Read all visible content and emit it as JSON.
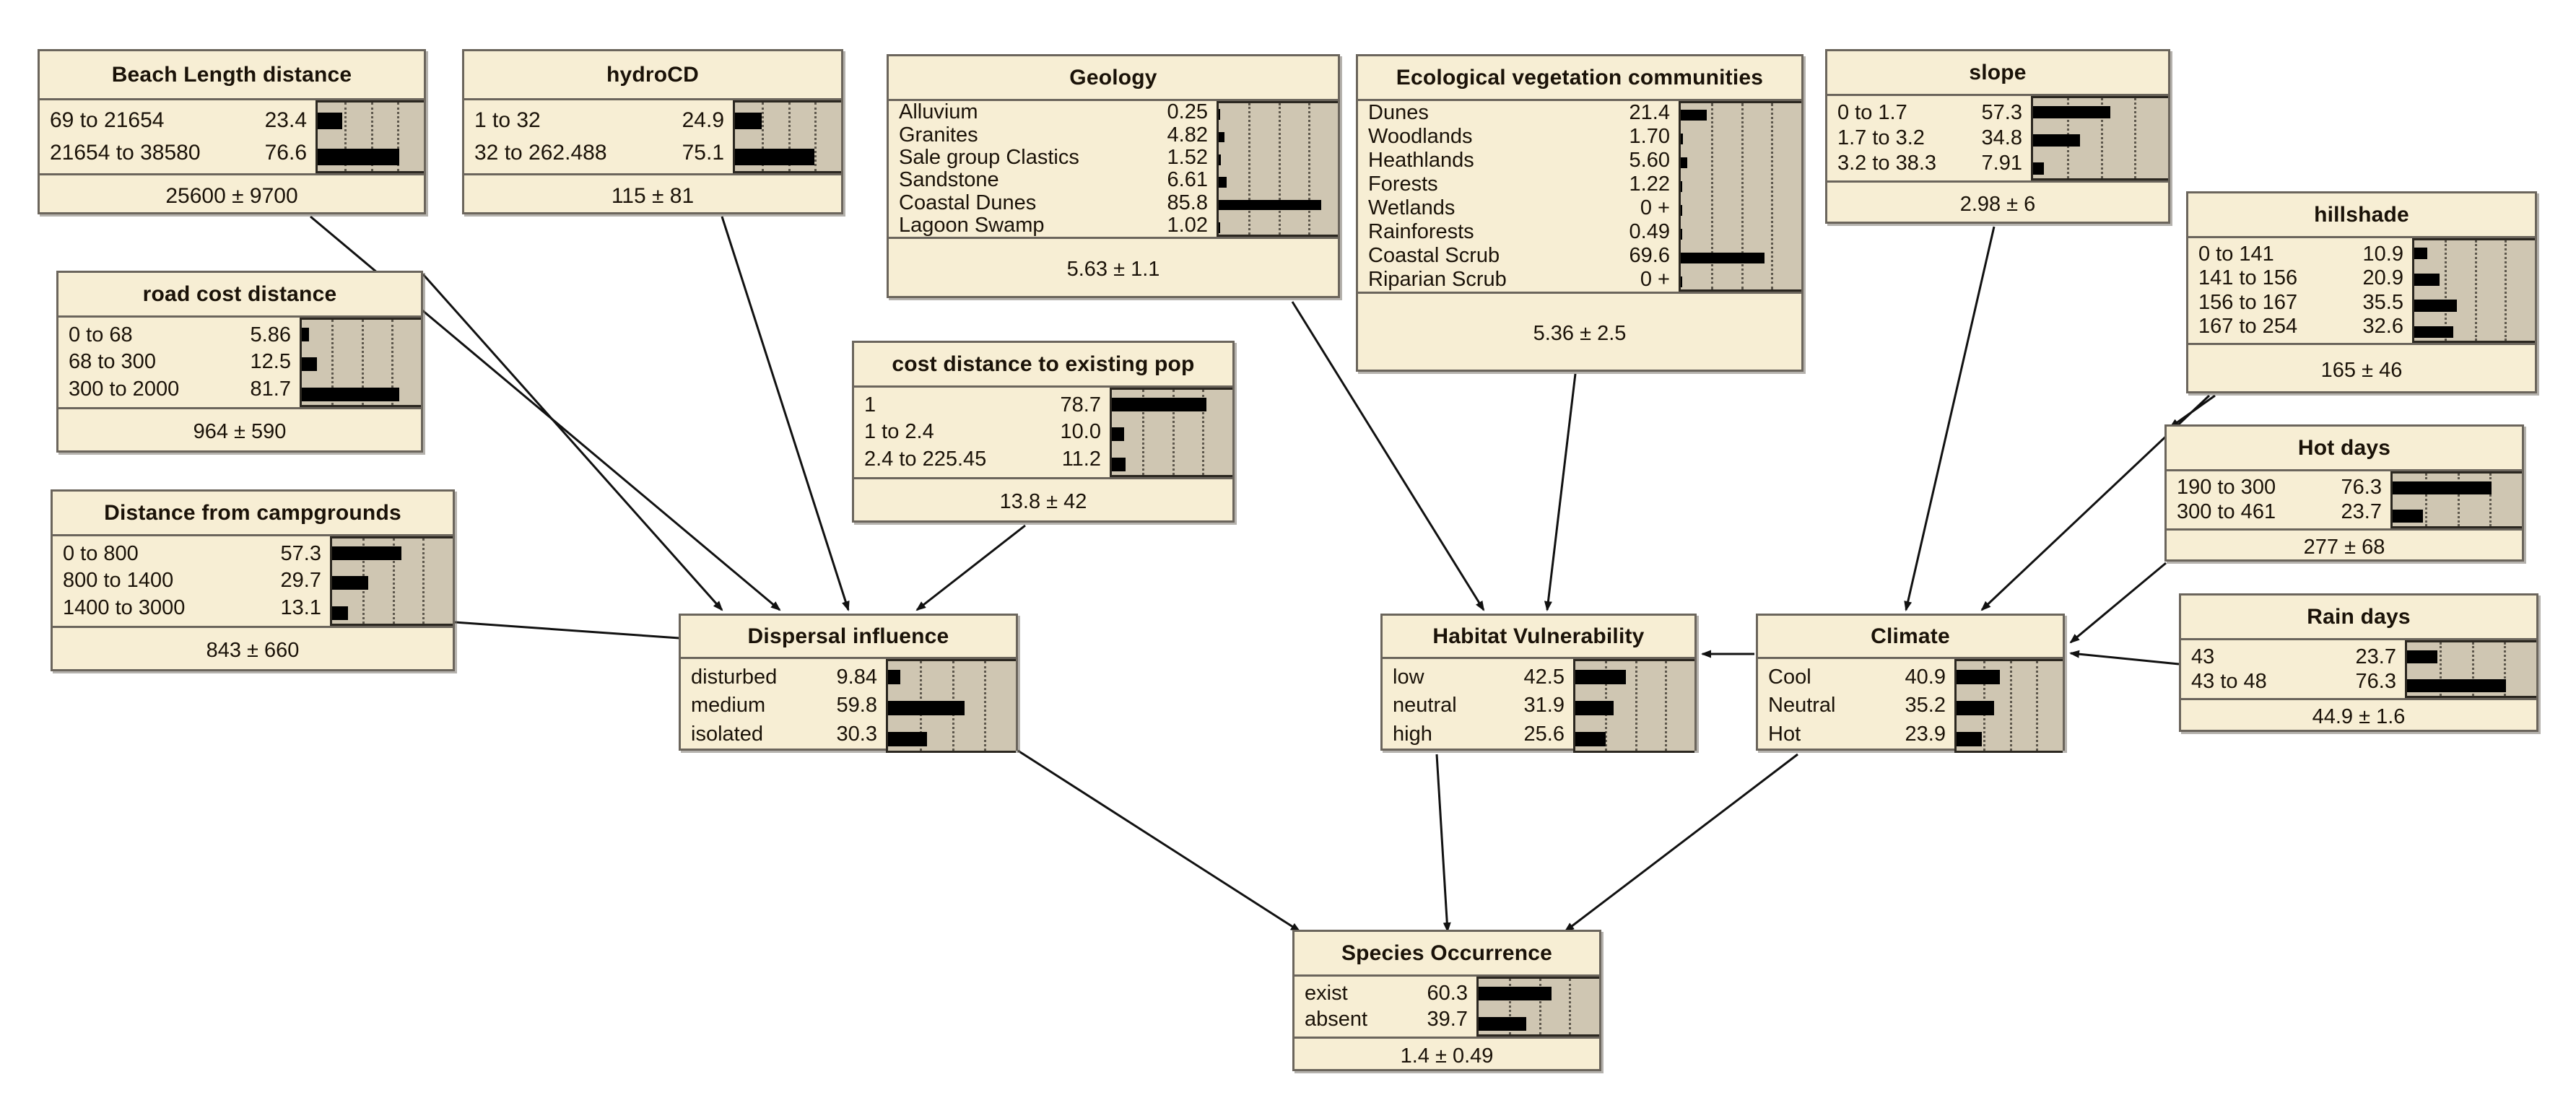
{
  "diagram": {
    "type": "bayesian-network",
    "title": "Species Occurrence Bayesian Network",
    "bar_axis_max": 100,
    "colors": {
      "node_fill": "#f7eed4",
      "node_border": "#6b655c",
      "bar_panel_fill": "#cfc6b2",
      "bar_fill": "#000000",
      "edge": "#1a1a1a",
      "background": "#ffffff"
    }
  },
  "nodes": [
    {
      "id": "beach_length_distance",
      "title": "Beach Length distance",
      "footer": "25600 ± 9700",
      "states": [
        {
          "label": "69 to 21654",
          "value": "23.4",
          "pct": 23.4
        },
        {
          "label": "21654 to 38580",
          "value": "76.6",
          "pct": 76.6
        }
      ]
    },
    {
      "id": "hydrocd",
      "title": "hydroCD",
      "footer": "115 ± 81",
      "states": [
        {
          "label": "1 to 32",
          "value": "24.9",
          "pct": 24.9
        },
        {
          "label": "32 to 262.488",
          "value": "75.1",
          "pct": 75.1
        }
      ]
    },
    {
      "id": "geology",
      "title": "Geology",
      "footer": "5.63 ± 1.1",
      "states": [
        {
          "label": "Alluvium",
          "value": "0.25",
          "pct": 0.25
        },
        {
          "label": "Granites",
          "value": "4.82",
          "pct": 4.82
        },
        {
          "label": "Sale group Clastics",
          "value": "1.52",
          "pct": 1.52
        },
        {
          "label": "Sandstone",
          "value": "6.61",
          "pct": 6.61
        },
        {
          "label": "Coastal Dunes",
          "value": "85.8",
          "pct": 85.8
        },
        {
          "label": "Lagoon Swamp",
          "value": "1.02",
          "pct": 1.02
        }
      ]
    },
    {
      "id": "evc",
      "title": "Ecological vegetation communities",
      "footer": "5.36 ± 2.5",
      "states": [
        {
          "label": "Dunes",
          "value": "21.4",
          "pct": 21.4
        },
        {
          "label": "Woodlands",
          "value": "1.70",
          "pct": 1.7
        },
        {
          "label": "Heathlands",
          "value": "5.60",
          "pct": 5.6
        },
        {
          "label": "Forests",
          "value": "1.22",
          "pct": 1.22
        },
        {
          "label": "Wetlands",
          "value": "0 +",
          "pct": 0.3
        },
        {
          "label": "Rainforests",
          "value": "0.49",
          "pct": 0.49
        },
        {
          "label": "Coastal Scrub",
          "value": "69.6",
          "pct": 69.6
        },
        {
          "label": "Riparian Scrub",
          "value": "0 +",
          "pct": 0.3
        }
      ]
    },
    {
      "id": "slope",
      "title": "slope",
      "footer": "2.98 ± 6",
      "states": [
        {
          "label": "0 to 1.7",
          "value": "57.3",
          "pct": 57.3
        },
        {
          "label": "1.7 to 3.2",
          "value": "34.8",
          "pct": 34.8
        },
        {
          "label": "3.2 to 38.3",
          "value": "7.91",
          "pct": 7.91
        }
      ]
    },
    {
      "id": "hillshade",
      "title": "hillshade",
      "footer": "165 ± 46",
      "states": [
        {
          "label": "0 to 141",
          "value": "10.9",
          "pct": 10.9
        },
        {
          "label": "141 to 156",
          "value": "20.9",
          "pct": 20.9
        },
        {
          "label": "156 to 167",
          "value": "35.5",
          "pct": 35.5
        },
        {
          "label": "167 to 254",
          "value": "32.6",
          "pct": 32.6
        }
      ]
    },
    {
      "id": "road_cost_distance",
      "title": "road cost distance",
      "footer": "964 ± 590",
      "states": [
        {
          "label": "0 to 68",
          "value": "5.86",
          "pct": 5.86
        },
        {
          "label": "68 to 300",
          "value": "12.5",
          "pct": 12.5
        },
        {
          "label": "300 to 2000",
          "value": "81.7",
          "pct": 81.7
        }
      ]
    },
    {
      "id": "distance_from_campgrounds",
      "title": "Distance from campgrounds",
      "footer": "843 ± 660",
      "states": [
        {
          "label": "0 to 800",
          "value": "57.3",
          "pct": 57.3
        },
        {
          "label": "800 to 1400",
          "value": "29.7",
          "pct": 29.7
        },
        {
          "label": "1400 to 3000",
          "value": "13.1",
          "pct": 13.1
        }
      ]
    },
    {
      "id": "cost_distance_to_existing_pop",
      "title": "cost distance to existing pop",
      "footer": "13.8 ± 42",
      "states": [
        {
          "label": "1",
          "value": "78.7",
          "pct": 78.7
        },
        {
          "label": "1 to 2.4",
          "value": "10.0",
          "pct": 10.0
        },
        {
          "label": "2.4 to 225.45",
          "value": "11.2",
          "pct": 11.2
        }
      ]
    },
    {
      "id": "hot_days",
      "title": "Hot days",
      "footer": "277 ± 68",
      "states": [
        {
          "label": "190 to 300",
          "value": "76.3",
          "pct": 76.3
        },
        {
          "label": "300 to 461",
          "value": "23.7",
          "pct": 23.7
        }
      ]
    },
    {
      "id": "rain_days",
      "title": "Rain days",
      "footer": "44.9 ± 1.6",
      "states": [
        {
          "label": "43",
          "value": "23.7",
          "pct": 23.7
        },
        {
          "label": "43 to 48",
          "value": "76.3",
          "pct": 76.3
        }
      ]
    },
    {
      "id": "dispersal_influence",
      "title": "Dispersal influence",
      "footer": null,
      "states": [
        {
          "label": "disturbed",
          "value": "9.84",
          "pct": 9.84
        },
        {
          "label": "medium",
          "value": "59.8",
          "pct": 59.8
        },
        {
          "label": "isolated",
          "value": "30.3",
          "pct": 30.3
        }
      ]
    },
    {
      "id": "habitat_vulnerability",
      "title": "Habitat Vulnerability",
      "footer": null,
      "states": [
        {
          "label": "low",
          "value": "42.5",
          "pct": 42.5
        },
        {
          "label": "neutral",
          "value": "31.9",
          "pct": 31.9
        },
        {
          "label": "high",
          "value": "25.6",
          "pct": 25.6
        }
      ]
    },
    {
      "id": "climate",
      "title": "Climate",
      "footer": null,
      "states": [
        {
          "label": "Cool",
          "value": "40.9",
          "pct": 40.9
        },
        {
          "label": "Neutral",
          "value": "35.2",
          "pct": 35.2
        },
        {
          "label": "Hot",
          "value": "23.9",
          "pct": 23.9
        }
      ]
    },
    {
      "id": "species_occurrence",
      "title": "Species Occurrence",
      "footer": "1.4 ± 0.49",
      "states": [
        {
          "label": "exist",
          "value": "60.3",
          "pct": 60.3
        },
        {
          "label": "absent",
          "value": "39.7",
          "pct": 39.7
        }
      ]
    }
  ],
  "edges": [
    {
      "from": "beach_length_distance",
      "to": "dispersal_influence"
    },
    {
      "from": "hydrocd",
      "to": "dispersal_influence"
    },
    {
      "from": "road_cost_distance",
      "to": "dispersal_influence"
    },
    {
      "from": "distance_from_campgrounds",
      "to": "dispersal_influence"
    },
    {
      "from": "cost_distance_to_existing_pop",
      "to": "dispersal_influence"
    },
    {
      "from": "geology",
      "to": "habitat_vulnerability"
    },
    {
      "from": "evc",
      "to": "habitat_vulnerability"
    },
    {
      "from": "slope",
      "to": "climate"
    },
    {
      "from": "hillshade",
      "to": "climate"
    },
    {
      "from": "hillshade",
      "to": "hot_days"
    },
    {
      "from": "hot_days",
      "to": "climate"
    },
    {
      "from": "rain_days",
      "to": "climate"
    },
    {
      "from": "climate",
      "to": "habitat_vulnerability"
    },
    {
      "from": "dispersal_influence",
      "to": "species_occurrence"
    },
    {
      "from": "habitat_vulnerability",
      "to": "species_occurrence"
    },
    {
      "from": "climate",
      "to": "species_occurrence"
    }
  ]
}
